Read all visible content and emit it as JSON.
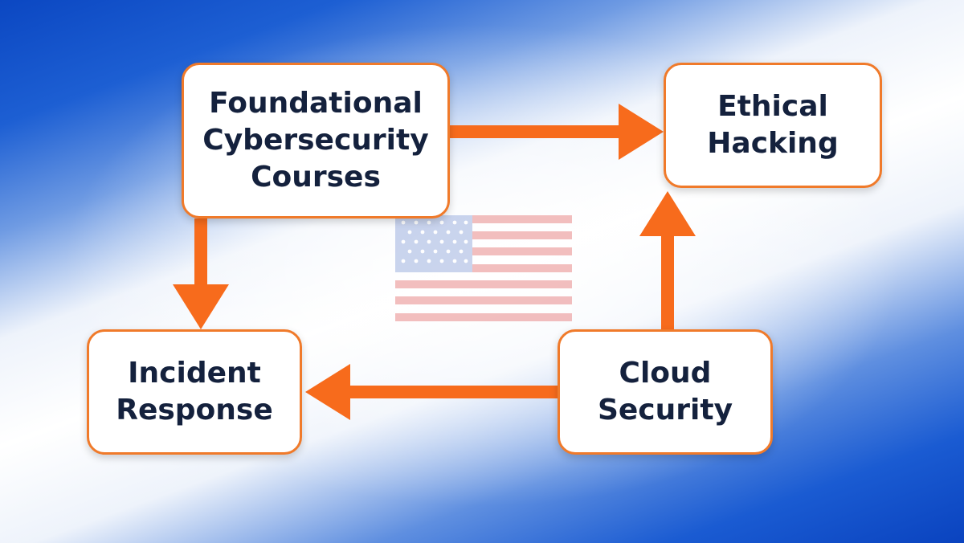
{
  "diagram": {
    "nodes": [
      {
        "id": "foundational",
        "label": "Foundational\nCybersecurity\nCourses"
      },
      {
        "id": "ethical",
        "label": "Ethical\nHacking"
      },
      {
        "id": "incident",
        "label": "Incident\nResponse"
      },
      {
        "id": "cloud",
        "label": "Cloud\nSecurity"
      }
    ],
    "edges": [
      {
        "from": "foundational",
        "to": "ethical"
      },
      {
        "from": "foundational",
        "to": "incident"
      },
      {
        "from": "cloud",
        "to": "ethical"
      },
      {
        "from": "cloud",
        "to": "incident"
      }
    ],
    "colors": {
      "arrow": "#f76b1c",
      "node_border": "#f07a2a",
      "node_text": "#14213d",
      "background_blue": "#0b47c2"
    },
    "watermark": "us-flag-icon"
  }
}
